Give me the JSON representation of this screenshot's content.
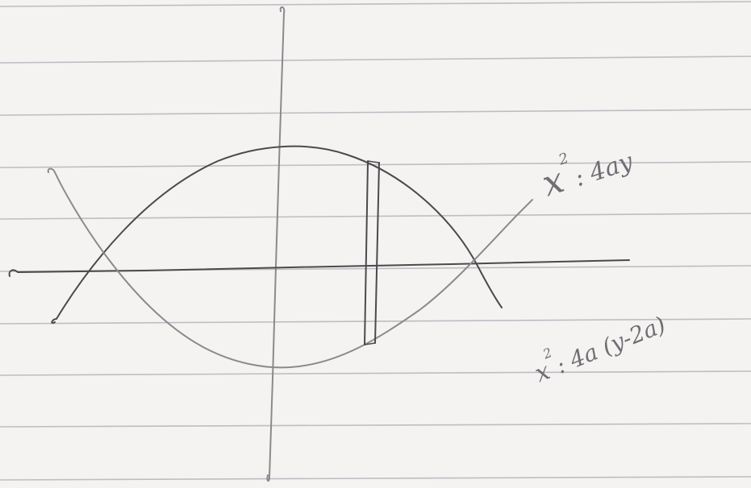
{
  "labels": {
    "curve_upper": "x² = 4ay",
    "curve_upper_base": "x",
    "curve_upper_exp": "2",
    "curve_upper_rest": ": 4ay",
    "curve_lower_base": "x",
    "curve_lower_exp": "2",
    "curve_lower_rest": ": 4a (y-2a)"
  },
  "colors": {
    "paper": "#f5f3f1",
    "rule_line": "#bdbdc3",
    "pencil": "#4a4a4c"
  }
}
